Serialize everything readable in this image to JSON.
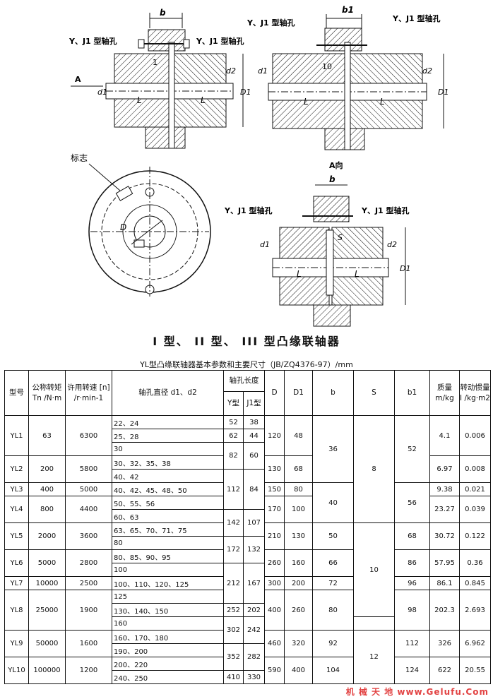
{
  "figure": {
    "title": "I 型、 II 型、 III 型凸缘联轴器",
    "labels": {
      "b": "b",
      "b1": "b1",
      "yj_hole": "Y、J1 型轴孔",
      "A": "A",
      "A_dir": "A向",
      "L": "L",
      "d1": "d1",
      "d2": "d2",
      "D1": "D1",
      "D": "D",
      "one": "1",
      "ten": "10",
      "S": "S",
      "mark": "标志"
    }
  },
  "table": {
    "caption": "YL型凸缘联轴器基本参数和主要尺寸（JB/ZQ4376-97）/mm",
    "headers": {
      "model": "型号",
      "torque": "公称转矩Tn /N·m",
      "speed": "许用转速 [n] /r·min-1",
      "diameter": "轴孔直径 d1、d2",
      "length": "轴孔长度",
      "length_y": "Y型",
      "length_j": "J1型",
      "D": "D",
      "D1": "D1",
      "b": "b",
      "S": "S",
      "b1": "b1",
      "mass": "质量 m/kg",
      "inertia": "转动惯量 I /kg·m2"
    },
    "rows": [
      {
        "d": "22、24"
      },
      {
        "d": "25、28"
      },
      {
        "d": "30"
      },
      {
        "d": "30、32、35、38"
      },
      {
        "d": "40、42"
      },
      {
        "d": "40、42、45、48、50"
      },
      {
        "d": "50、55、56"
      },
      {
        "d": "60、63"
      },
      {
        "d": "63、65、70、71、75"
      },
      {
        "d": "80"
      },
      {
        "d": "80、85、90、95"
      },
      {
        "d": "100"
      },
      {
        "d": "100、110、120、125"
      },
      {
        "d": "125"
      },
      {
        "d": "130、140、150"
      },
      {
        "d": "160"
      },
      {
        "d": "160、170、180"
      },
      {
        "d": "190、200"
      },
      {
        "d": "200、220"
      },
      {
        "d": "240、250"
      }
    ],
    "models": [
      {
        "name": "YL1",
        "torque": "63",
        "speed": "6300",
        "D": "120",
        "D1": "48",
        "mass": "4.1",
        "inertia": "0.006"
      },
      {
        "name": "YL2",
        "torque": "200",
        "speed": "5800",
        "D": "130",
        "D1": "68",
        "mass": "6.97",
        "inertia": "0.008"
      },
      {
        "name": "YL3",
        "torque": "400",
        "speed": "5000",
        "D": "150",
        "D1": "80",
        "mass": "9.38",
        "inertia": "0.021"
      },
      {
        "name": "YL4",
        "torque": "800",
        "speed": "4400",
        "D": "170",
        "D1": "100",
        "mass": "23.27",
        "inertia": "0.039"
      },
      {
        "name": "YL5",
        "torque": "2000",
        "speed": "3600",
        "D": "210",
        "D1": "130",
        "b": "50",
        "b1": "68",
        "mass": "30.72",
        "inertia": "0.122"
      },
      {
        "name": "YL6",
        "torque": "5000",
        "speed": "2800",
        "D": "260",
        "D1": "160",
        "b": "66",
        "b1": "86",
        "mass": "57.95",
        "inertia": "0.36"
      },
      {
        "name": "YL7",
        "torque": "10000",
        "speed": "2500",
        "D": "300",
        "D1": "200",
        "b": "72",
        "b1": "96",
        "mass": "86.1",
        "inertia": "0.845"
      },
      {
        "name": "YL8",
        "torque": "25000",
        "speed": "1900",
        "D": "400",
        "D1": "260",
        "b": "80",
        "b1": "98",
        "mass": "202.3",
        "inertia": "2.693"
      },
      {
        "name": "YL9",
        "torque": "50000",
        "speed": "1600",
        "D": "460",
        "D1": "320",
        "b": "92",
        "b1": "112",
        "mass": "326",
        "inertia": "6.962"
      },
      {
        "name": "YL10",
        "torque": "100000",
        "speed": "1200",
        "D": "590",
        "D1": "400",
        "b": "104",
        "b1": "124",
        "mass": "622",
        "inertia": "20.55"
      }
    ],
    "lengths": {
      "y52": "52",
      "j38": "38",
      "y62": "62",
      "j44": "44",
      "y82": "82",
      "j60": "60",
      "y112": "112",
      "j84": "84",
      "y142": "142",
      "j107": "107",
      "y172": "172",
      "j132": "132",
      "y212": "212",
      "j167": "167",
      "y252": "252",
      "j202": "202",
      "y302": "302",
      "j242": "242",
      "y352": "352",
      "j282": "282",
      "y410": "410",
      "j330": "330"
    },
    "shared": {
      "b36": "36",
      "b40": "40",
      "b1_52": "52",
      "b1_56": "56",
      "S8": "8",
      "S10": "10",
      "S12": "12"
    }
  },
  "watermark": "机 械 天 地 www.Gelufu.Com"
}
